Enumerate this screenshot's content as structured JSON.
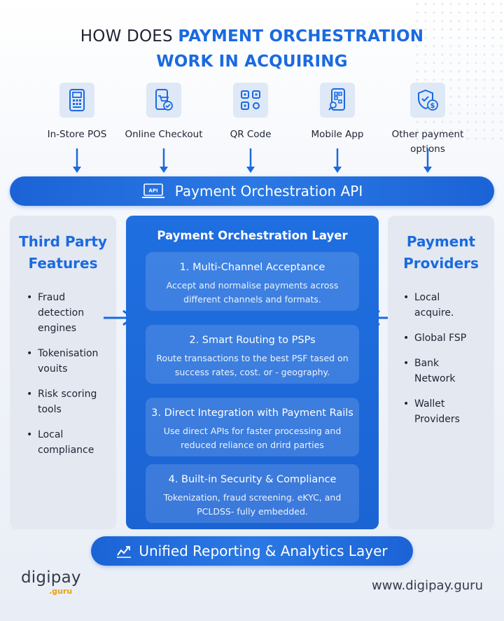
{
  "title": {
    "line1_plain": "HOW DOES ",
    "line1_accent": "PAYMENT ORCHESTRATION",
    "line2": "WORK IN ACQUIRING"
  },
  "sources": [
    {
      "label": "In-Store POS",
      "icon": "pos-terminal-icon"
    },
    {
      "label": "Online Checkout",
      "icon": "online-checkout-icon"
    },
    {
      "label": "QR Code",
      "icon": "qr-code-icon"
    },
    {
      "label": "Mobile App",
      "icon": "mobile-app-icon"
    },
    {
      "label": "Other payment options",
      "icon": "shield-dollar-icon"
    }
  ],
  "api_bar": {
    "label": "Payment Orchestration API",
    "icon_text": "API"
  },
  "third_party": {
    "title_line1": "Third Party",
    "title_line2": "Features",
    "items": [
      "Fraud detection engines",
      "Tokenisation vouits",
      "Risk scoring tools",
      "Local compliance"
    ]
  },
  "providers": {
    "title_line1": "Payment",
    "title_line2": "Providers",
    "items": [
      "Local acquire.",
      "Global FSP",
      "Bank Network",
      "Wallet Providers"
    ]
  },
  "layer": {
    "title": "Payment Orchestration Layer",
    "cards": [
      {
        "title": "1. Multi-Channel Acceptance",
        "desc": "Accept and normalise payments across different channels and formats."
      },
      {
        "title": "2. Smart Routing to PSPs",
        "desc": "Route transactions to the best PSF tased on success rates, cost. or - geography."
      },
      {
        "title": "3. Direct Integration with Payment Rails",
        "desc": "Use direct APIs for faster processing and reduced reliance on drird parties"
      },
      {
        "title": "4. Built-in Security & Compliance",
        "desc": "Tokenization, fraud screening. eKYC, and PCLDSS- fully embedded."
      }
    ]
  },
  "report_bar": {
    "label": "Unified Reporting & Analytics Layer"
  },
  "footer": {
    "logo_main": "digipay",
    "logo_sub": ".guru",
    "website": "www.digipay.guru"
  },
  "colors": {
    "accent": "#1a6ae0",
    "panel": "#e3e8f1",
    "layer": "#1f6fe0"
  }
}
